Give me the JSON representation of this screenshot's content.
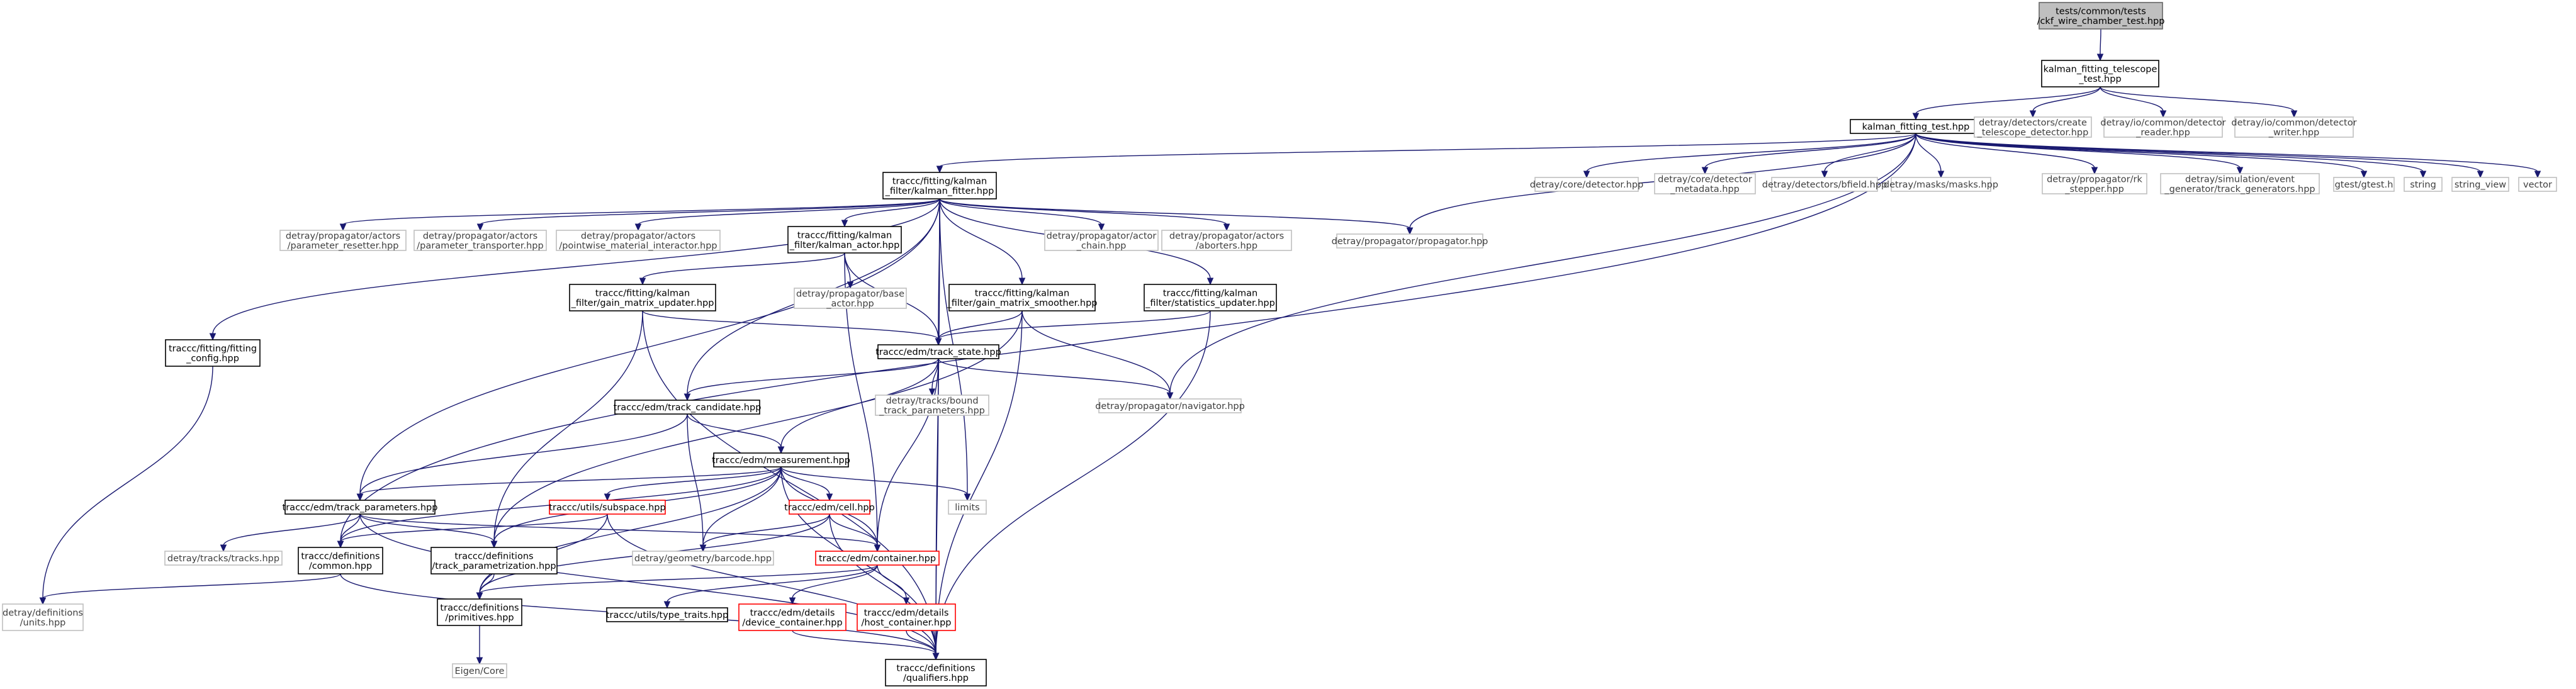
{
  "colors": {
    "edge": "#191970",
    "node_border": "#000000",
    "muted_border": "#bfbfbf",
    "muted_text": "#3f3f3f",
    "missing_border": "#ff0000",
    "root_fill": "#bfbfbf"
  },
  "nodes": [
    {
      "id": "root",
      "style": "root",
      "lines": [
        "tests/common/tests",
        "/ckf_wire_chamber_test.hpp"
      ]
    },
    {
      "id": "kft_tel",
      "style": "normal",
      "lines": [
        "kalman_fitting_telescope",
        "_test.hpp"
      ]
    },
    {
      "id": "kft",
      "style": "normal",
      "lines": [
        "kalman_fitting_test.hpp"
      ]
    },
    {
      "id": "d_create_tel",
      "style": "muted",
      "lines": [
        "detray/detectors/create",
        "_telescope_detector.hpp"
      ]
    },
    {
      "id": "d_io_reader",
      "style": "muted",
      "lines": [
        "detray/io/common/detector",
        "_reader.hpp"
      ]
    },
    {
      "id": "d_io_writer",
      "style": "muted",
      "lines": [
        "detray/io/common/detector",
        "_writer.hpp"
      ]
    },
    {
      "id": "kf_fitter",
      "style": "normal",
      "lines": [
        "traccc/fitting/kalman",
        "_filter/kalman_fitter.hpp"
      ]
    },
    {
      "id": "d_core_det",
      "style": "muted",
      "lines": [
        "detray/core/detector.hpp"
      ]
    },
    {
      "id": "d_core_meta",
      "style": "muted",
      "lines": [
        "detray/core/detector",
        "_metadata.hpp"
      ]
    },
    {
      "id": "d_bfield",
      "style": "muted",
      "lines": [
        "detray/detectors/bfield.hpp"
      ]
    },
    {
      "id": "d_masks",
      "style": "muted",
      "lines": [
        "detray/masks/masks.hpp"
      ]
    },
    {
      "id": "d_rk",
      "style": "muted",
      "lines": [
        "detray/propagator/rk",
        "_stepper.hpp"
      ]
    },
    {
      "id": "d_trkgen",
      "style": "muted",
      "lines": [
        "detray/simulation/event",
        "_generator/track_generators.hpp"
      ]
    },
    {
      "id": "gtest",
      "style": "muted",
      "lines": [
        "gtest/gtest.h"
      ]
    },
    {
      "id": "string",
      "style": "muted",
      "lines": [
        "string"
      ]
    },
    {
      "id": "string_view",
      "style": "muted",
      "lines": [
        "string_view"
      ]
    },
    {
      "id": "vector",
      "style": "muted",
      "lines": [
        "vector"
      ]
    },
    {
      "id": "d_param_reset",
      "style": "muted",
      "lines": [
        "detray/propagator/actors",
        "/parameter_resetter.hpp"
      ]
    },
    {
      "id": "d_param_trans",
      "style": "muted",
      "lines": [
        "detray/propagator/actors",
        "/parameter_transporter.hpp"
      ]
    },
    {
      "id": "d_pointwise",
      "style": "muted",
      "lines": [
        "detray/propagator/actors",
        "/pointwise_material_interactor.hpp"
      ]
    },
    {
      "id": "kf_actor",
      "style": "normal",
      "lines": [
        "traccc/fitting/kalman",
        "_filter/kalman_actor.hpp"
      ]
    },
    {
      "id": "d_actor_chain",
      "style": "muted",
      "lines": [
        "detray/propagator/actor",
        "_chain.hpp"
      ]
    },
    {
      "id": "d_aborters",
      "style": "muted",
      "lines": [
        "detray/propagator/actors",
        "/aborters.hpp"
      ]
    },
    {
      "id": "d_propagator",
      "style": "muted",
      "lines": [
        "detray/propagator/propagator.hpp"
      ]
    },
    {
      "id": "gm_updater",
      "style": "normal",
      "lines": [
        "traccc/fitting/kalman",
        "_filter/gain_matrix_updater.hpp"
      ]
    },
    {
      "id": "d_base_actor",
      "style": "muted",
      "lines": [
        "detray/propagator/base",
        "_actor.hpp"
      ]
    },
    {
      "id": "gm_smoother",
      "style": "normal",
      "lines": [
        "traccc/fitting/kalman",
        "_filter/gain_matrix_smoother.hpp"
      ]
    },
    {
      "id": "stat_updater",
      "style": "normal",
      "lines": [
        "traccc/fitting/kalman",
        "_filter/statistics_updater.hpp"
      ]
    },
    {
      "id": "fit_config",
      "style": "normal",
      "lines": [
        "traccc/fitting/fitting",
        "_config.hpp"
      ]
    },
    {
      "id": "track_state",
      "style": "normal",
      "lines": [
        "traccc/edm/track_state.hpp"
      ]
    },
    {
      "id": "track_cand",
      "style": "normal",
      "lines": [
        "traccc/edm/track_candidate.hpp"
      ]
    },
    {
      "id": "d_bound_params",
      "style": "muted",
      "lines": [
        "detray/tracks/bound",
        "_track_parameters.hpp"
      ]
    },
    {
      "id": "d_navigator",
      "style": "muted",
      "lines": [
        "detray/propagator/navigator.hpp"
      ]
    },
    {
      "id": "measurement",
      "style": "normal",
      "lines": [
        "traccc/edm/measurement.hpp"
      ]
    },
    {
      "id": "track_params",
      "style": "normal",
      "lines": [
        "traccc/edm/track_parameters.hpp"
      ]
    },
    {
      "id": "subspace",
      "style": "missing",
      "lines": [
        "traccc/utils/subspace.hpp"
      ]
    },
    {
      "id": "cell",
      "style": "missing",
      "lines": [
        "traccc/edm/cell.hpp"
      ]
    },
    {
      "id": "limits",
      "style": "muted",
      "lines": [
        "limits"
      ]
    },
    {
      "id": "d_tracks",
      "style": "muted",
      "lines": [
        "detray/tracks/tracks.hpp"
      ]
    },
    {
      "id": "def_common",
      "style": "normal",
      "lines": [
        "traccc/definitions",
        "/common.hpp"
      ]
    },
    {
      "id": "def_trackparam",
      "style": "normal",
      "lines": [
        "traccc/definitions",
        "/track_parametrization.hpp"
      ]
    },
    {
      "id": "d_barcode",
      "style": "muted",
      "lines": [
        "detray/geometry/barcode.hpp"
      ]
    },
    {
      "id": "container",
      "style": "missing",
      "lines": [
        "traccc/edm/container.hpp"
      ]
    },
    {
      "id": "d_units",
      "style": "muted",
      "lines": [
        "detray/definitions",
        "/units.hpp"
      ]
    },
    {
      "id": "primitives",
      "style": "normal",
      "lines": [
        "traccc/definitions",
        "/primitives.hpp"
      ]
    },
    {
      "id": "type_traits",
      "style": "normal",
      "lines": [
        "traccc/utils/type_traits.hpp"
      ]
    },
    {
      "id": "device_cont",
      "style": "missing",
      "lines": [
        "traccc/edm/details",
        "/device_container.hpp"
      ]
    },
    {
      "id": "host_cont",
      "style": "missing",
      "lines": [
        "traccc/edm/details",
        "/host_container.hpp"
      ]
    },
    {
      "id": "eigen_core",
      "style": "muted",
      "lines": [
        "Eigen/Core"
      ]
    },
    {
      "id": "qualifiers",
      "style": "normal",
      "lines": [
        "traccc/definitions",
        "/qualifiers.hpp"
      ]
    }
  ],
  "edges": [
    [
      "root",
      "kft_tel"
    ],
    [
      "kft_tel",
      "kft"
    ],
    [
      "kft_tel",
      "d_create_tel"
    ],
    [
      "kft_tel",
      "d_io_reader"
    ],
    [
      "kft_tel",
      "d_io_writer"
    ],
    [
      "kft",
      "kf_fitter"
    ],
    [
      "kft",
      "d_core_det"
    ],
    [
      "kft",
      "d_core_meta"
    ],
    [
      "kft",
      "d_bfield"
    ],
    [
      "kft",
      "d_masks"
    ],
    [
      "kft",
      "d_rk"
    ],
    [
      "kft",
      "d_trkgen"
    ],
    [
      "kft",
      "gtest"
    ],
    [
      "kft",
      "string"
    ],
    [
      "kft",
      "string_view"
    ],
    [
      "kft",
      "vector"
    ],
    [
      "kft",
      "d_propagator"
    ],
    [
      "kft",
      "d_navigator"
    ],
    [
      "kft",
      "def_common"
    ],
    [
      "kf_fitter",
      "d_param_reset"
    ],
    [
      "kf_fitter",
      "d_param_trans"
    ],
    [
      "kf_fitter",
      "d_pointwise"
    ],
    [
      "kf_fitter",
      "kf_actor"
    ],
    [
      "kf_fitter",
      "d_actor_chain"
    ],
    [
      "kf_fitter",
      "d_aborters"
    ],
    [
      "kf_fitter",
      "d_propagator"
    ],
    [
      "kf_fitter",
      "gm_smoother"
    ],
    [
      "kf_fitter",
      "stat_updater"
    ],
    [
      "kf_fitter",
      "fit_config"
    ],
    [
      "kf_fitter",
      "track_state"
    ],
    [
      "kf_fitter",
      "track_cand"
    ],
    [
      "kf_fitter",
      "track_params"
    ],
    [
      "kf_fitter",
      "limits"
    ],
    [
      "kf_fitter",
      "qualifiers"
    ],
    [
      "kf_actor",
      "gm_updater"
    ],
    [
      "kf_actor",
      "d_base_actor"
    ],
    [
      "kf_actor",
      "track_state"
    ],
    [
      "kf_actor",
      "container"
    ],
    [
      "gm_updater",
      "track_state"
    ],
    [
      "gm_updater",
      "def_trackparam"
    ],
    [
      "gm_updater",
      "qualifiers"
    ],
    [
      "gm_smoother",
      "track_state"
    ],
    [
      "gm_smoother",
      "d_navigator"
    ],
    [
      "gm_smoother",
      "qualifiers"
    ],
    [
      "gm_smoother",
      "def_trackparam"
    ],
    [
      "stat_updater",
      "track_state"
    ],
    [
      "stat_updater",
      "qualifiers"
    ],
    [
      "fit_config",
      "d_units"
    ],
    [
      "track_state",
      "track_cand"
    ],
    [
      "track_state",
      "d_bound_params"
    ],
    [
      "track_state",
      "d_navigator"
    ],
    [
      "track_state",
      "measurement"
    ],
    [
      "track_state",
      "container"
    ],
    [
      "track_state",
      "qualifiers"
    ],
    [
      "track_cand",
      "measurement"
    ],
    [
      "track_cand",
      "track_params"
    ],
    [
      "track_cand",
      "d_barcode"
    ],
    [
      "measurement",
      "track_params"
    ],
    [
      "measurement",
      "subspace"
    ],
    [
      "measurement",
      "cell"
    ],
    [
      "measurement",
      "limits"
    ],
    [
      "measurement",
      "def_common"
    ],
    [
      "measurement",
      "def_trackparam"
    ],
    [
      "measurement",
      "d_barcode"
    ],
    [
      "measurement",
      "container"
    ],
    [
      "measurement",
      "primitives"
    ],
    [
      "measurement",
      "qualifiers"
    ],
    [
      "track_params",
      "d_tracks"
    ],
    [
      "track_params",
      "def_common"
    ],
    [
      "track_params",
      "def_trackparam"
    ],
    [
      "track_params",
      "container"
    ],
    [
      "track_params",
      "qualifiers"
    ],
    [
      "subspace",
      "def_common"
    ],
    [
      "subspace",
      "primitives"
    ],
    [
      "subspace",
      "qualifiers"
    ],
    [
      "cell",
      "container"
    ],
    [
      "cell",
      "d_barcode"
    ],
    [
      "cell",
      "primitives"
    ],
    [
      "cell",
      "qualifiers"
    ],
    [
      "def_common",
      "d_units"
    ],
    [
      "def_common",
      "qualifiers"
    ],
    [
      "def_trackparam",
      "primitives"
    ],
    [
      "container",
      "type_traits"
    ],
    [
      "container",
      "device_cont"
    ],
    [
      "container",
      "host_cont"
    ],
    [
      "container",
      "primitives"
    ],
    [
      "primitives",
      "eigen_core"
    ],
    [
      "device_cont",
      "qualifiers"
    ],
    [
      "host_cont",
      "qualifiers"
    ]
  ]
}
